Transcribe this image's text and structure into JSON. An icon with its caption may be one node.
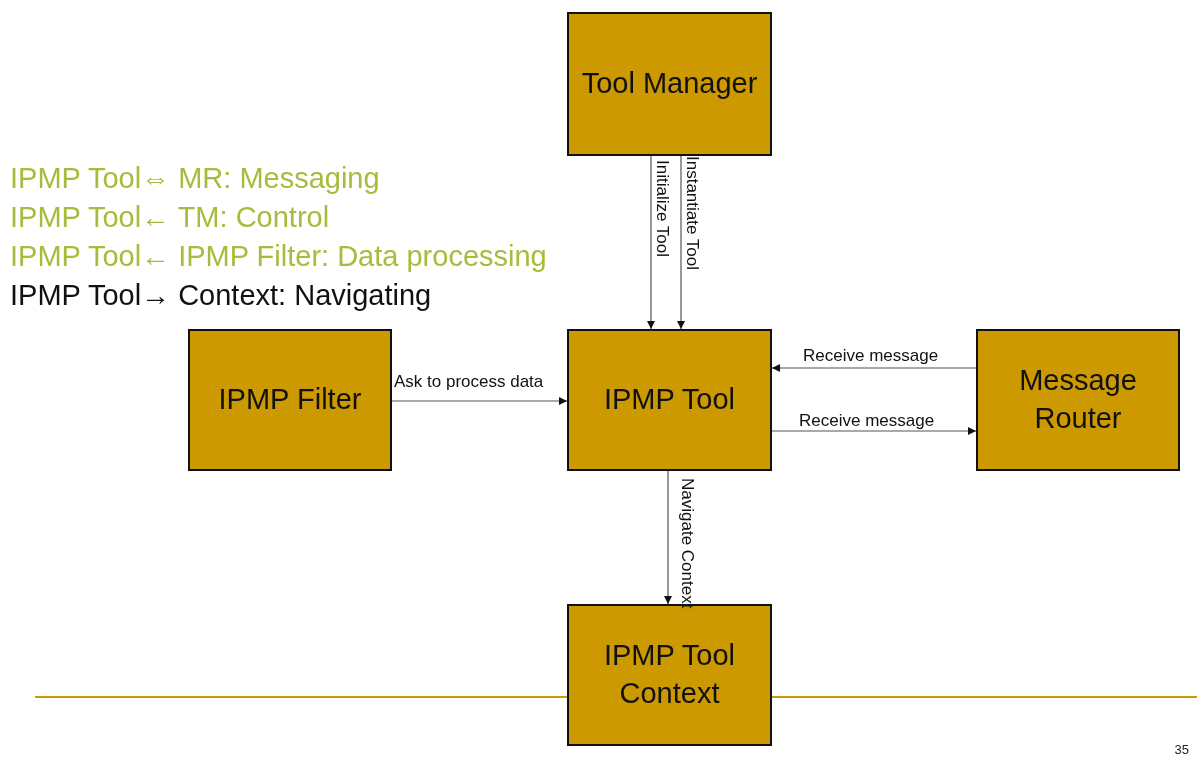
{
  "diagram": {
    "nodes": [
      {
        "text": [
          "Tool Manager"
        ]
      },
      {
        "text": [
          "IPMP Filter"
        ]
      },
      {
        "text": [
          "IPMP Tool"
        ]
      },
      {
        "text": [
          "Message Router"
        ]
      },
      {
        "text": [
          "IPMP Tool Context"
        ]
      }
    ],
    "edges": [
      {
        "from": 0,
        "to": 2,
        "arrow": "to",
        "label": "Initialize Tool"
      },
      {
        "from": 0,
        "to": 2,
        "arrow": "to",
        "label": "Instantiate Tool"
      },
      {
        "from": 1,
        "to": 2,
        "arrow": "to",
        "label": "Ask to process data"
      },
      {
        "from": 3,
        "to": 2,
        "arrow": "to",
        "label": "Receive message"
      },
      {
        "from": 2,
        "to": 3,
        "arrow": "to",
        "label": "Receive message"
      },
      {
        "from": 2,
        "to": 4,
        "arrow": "to",
        "label": "Navigate Context"
      }
    ],
    "labels": [
      "IPMP Tool⇔ MR: Messaging",
      "IPMP Tool← TM: Control",
      "IPMP Tool← IPMP Filter: Data processing",
      "IPMP Tool→ Context: Navigating",
      "35"
    ]
  }
}
